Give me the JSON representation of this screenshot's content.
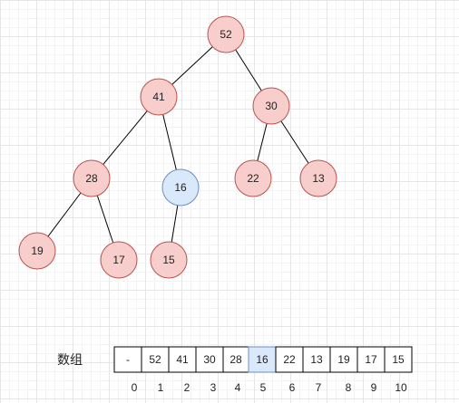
{
  "diagram": {
    "colors": {
      "node_fill": "#f8cecc",
      "node_stroke": "#b85450",
      "highlight_fill": "#dae8fc",
      "highlight_stroke": "#6c8ebf",
      "edge": "#000000"
    },
    "tree": {
      "nodes": [
        {
          "id": "n52",
          "label": "52",
          "highlight": false
        },
        {
          "id": "n41",
          "label": "41",
          "highlight": false
        },
        {
          "id": "n30",
          "label": "30",
          "highlight": false
        },
        {
          "id": "n28",
          "label": "28",
          "highlight": false
        },
        {
          "id": "n16",
          "label": "16",
          "highlight": true
        },
        {
          "id": "n22",
          "label": "22",
          "highlight": false
        },
        {
          "id": "n13",
          "label": "13",
          "highlight": false
        },
        {
          "id": "n19",
          "label": "19",
          "highlight": false
        },
        {
          "id": "n17",
          "label": "17",
          "highlight": false
        },
        {
          "id": "n15",
          "label": "15",
          "highlight": false
        }
      ],
      "edges": [
        [
          "n52",
          "n41"
        ],
        [
          "n52",
          "n30"
        ],
        [
          "n41",
          "n28"
        ],
        [
          "n41",
          "n16"
        ],
        [
          "n30",
          "n22"
        ],
        [
          "n30",
          "n13"
        ],
        [
          "n28",
          "n19"
        ],
        [
          "n28",
          "n17"
        ],
        [
          "n16",
          "n15"
        ]
      ]
    },
    "array": {
      "label": "数组",
      "cells": [
        "-",
        "52",
        "41",
        "30",
        "28",
        "16",
        "22",
        "13",
        "19",
        "17",
        "15"
      ],
      "indices": [
        "0",
        "1",
        "2",
        "3",
        "4",
        "5",
        "6",
        "7",
        "8",
        "9",
        "10"
      ],
      "highlight_index": 5
    }
  }
}
